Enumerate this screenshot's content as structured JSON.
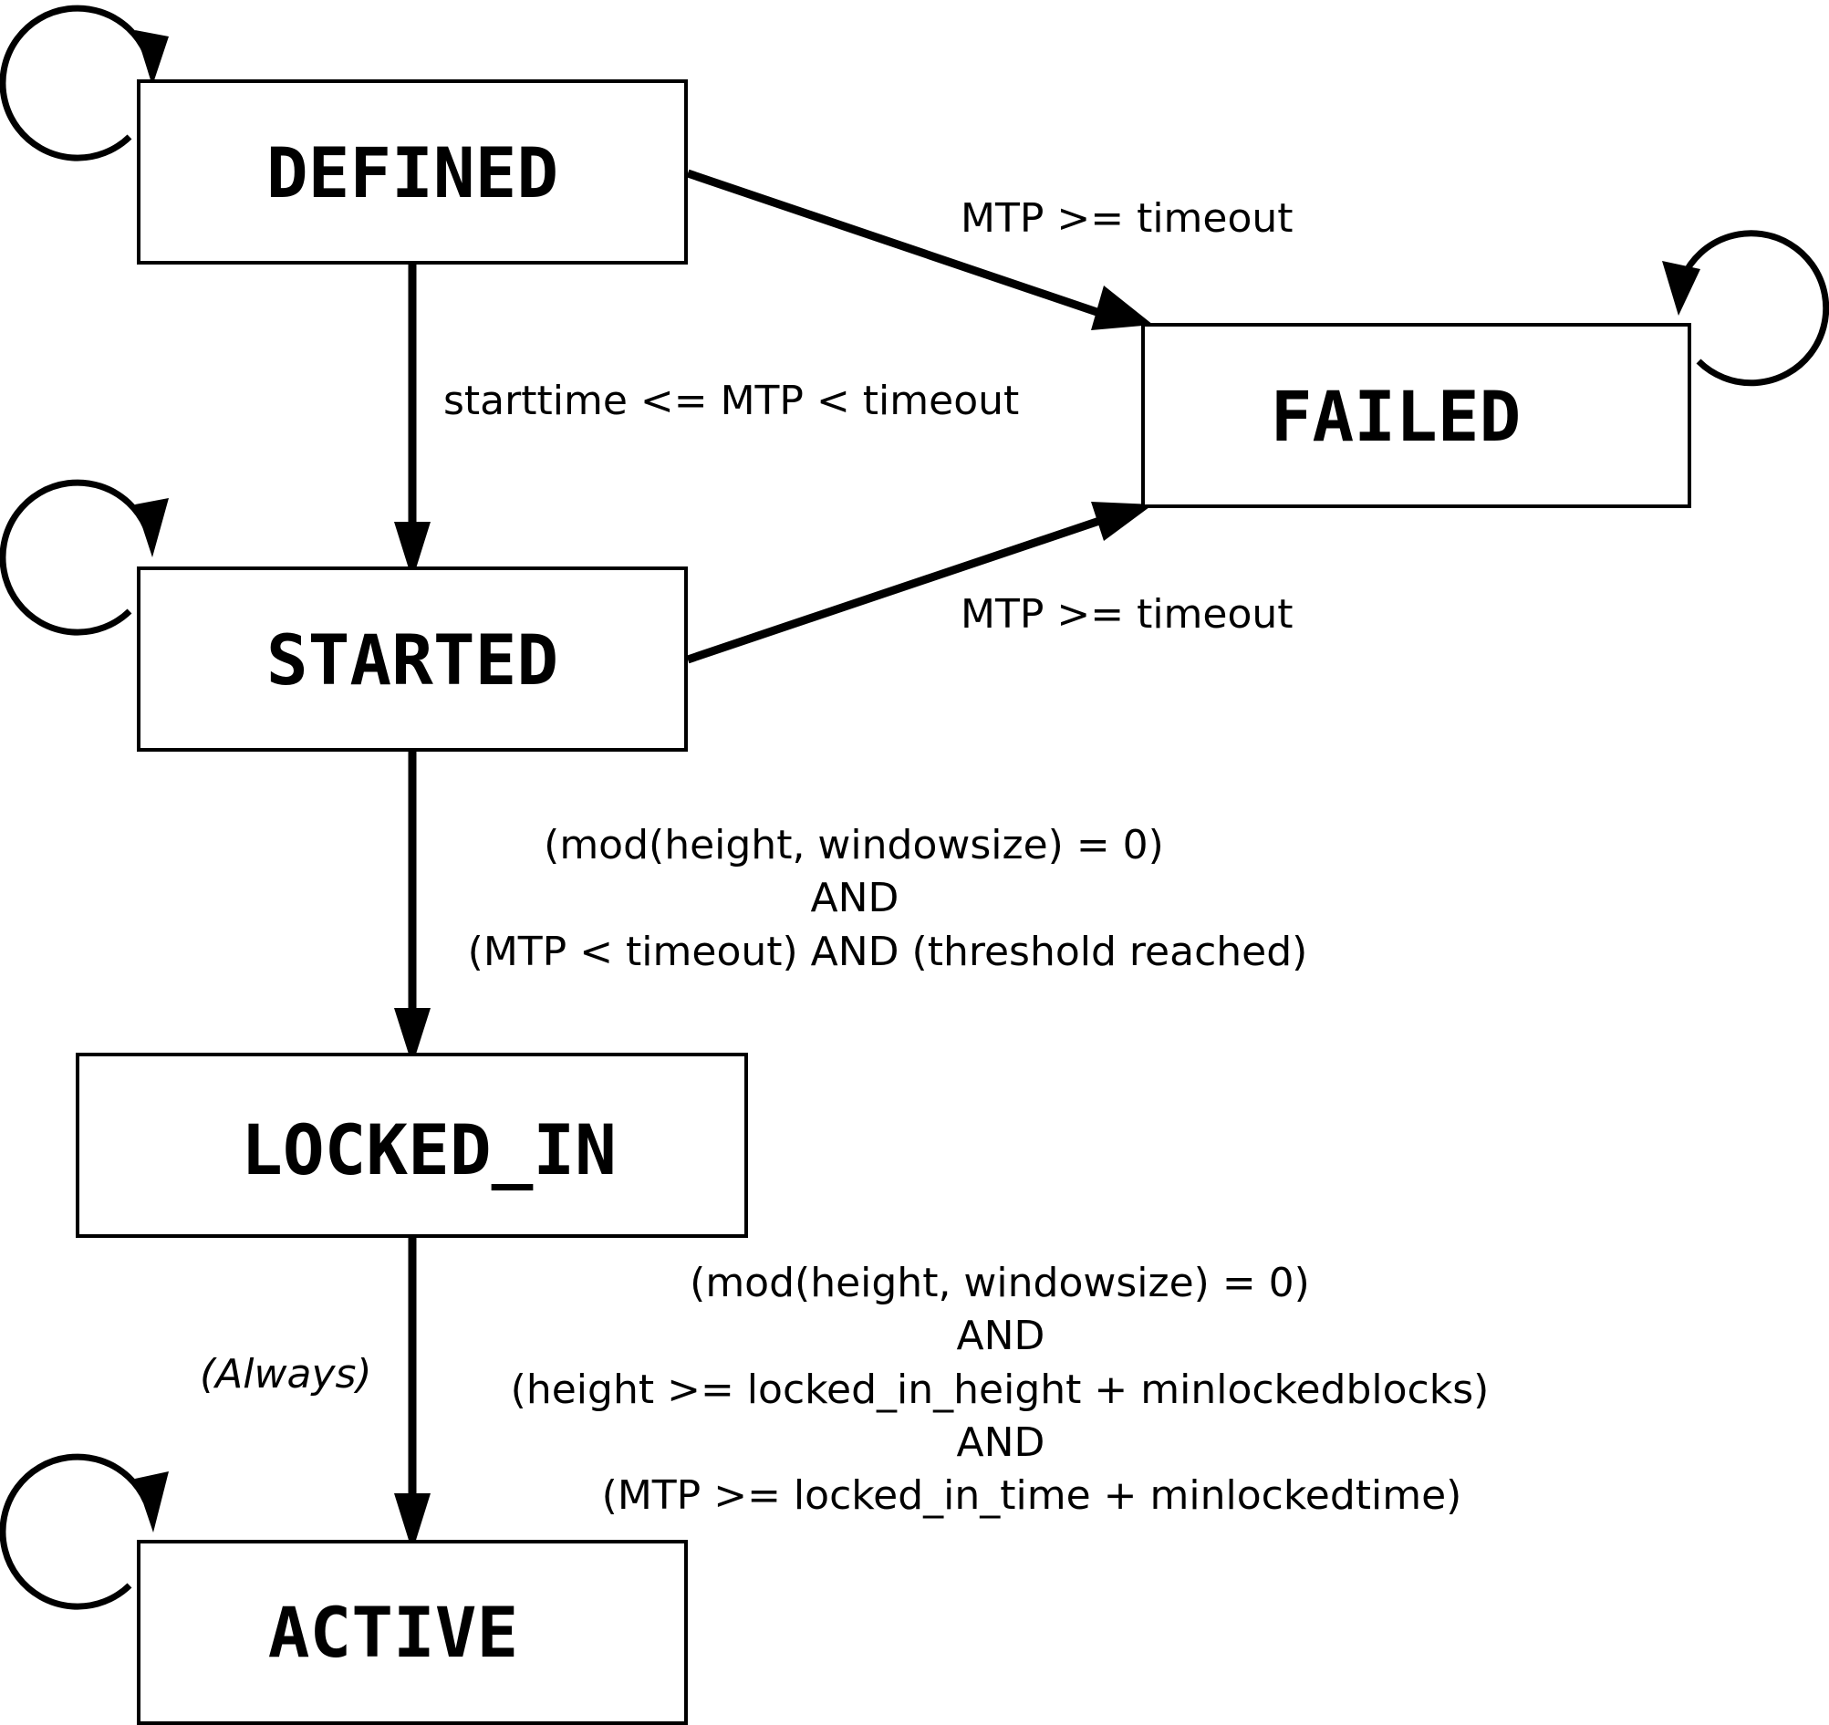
{
  "states": {
    "defined": "DEFINED",
    "failed": "FAILED",
    "started": "STARTED",
    "locked_in": "LOCKED_IN",
    "active": "ACTIVE"
  },
  "transitions": {
    "defined_to_failed": "MTP >= timeout",
    "defined_to_started": "starttime <= MTP < timeout",
    "started_to_failed": "MTP >= timeout",
    "started_to_locked_in": [
      "(mod(height, windowsize) = 0)",
      "AND",
      "(MTP < timeout) AND (threshold reached)"
    ],
    "locked_in_to_active_left": "(Always)",
    "locked_in_to_active_right": [
      "(mod(height, windowsize) = 0)",
      "AND",
      "(height >= locked_in_height + minlockedblocks)",
      "AND",
      "(MTP >= locked_in_time + minlockedtime)"
    ]
  },
  "colors": {
    "stroke": "#000000",
    "background": "#ffffff"
  }
}
